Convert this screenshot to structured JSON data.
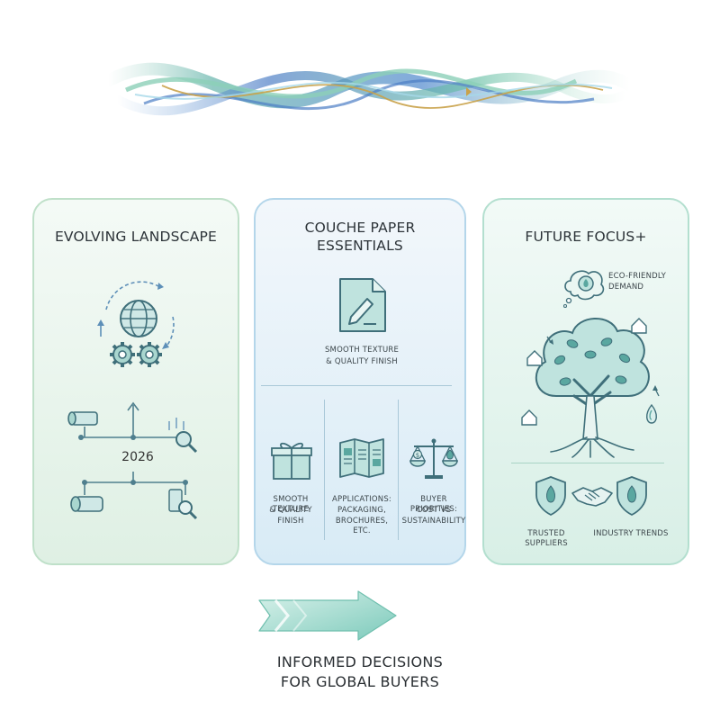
{
  "panels": {
    "left": {
      "title": "EVOLVING LANDSCAPE",
      "year": "2026"
    },
    "middle": {
      "title_line1": "COUCHE PAPER",
      "title_line2": "ESSENTIALS",
      "top_caption_line1": "SMOOTH TEXTURE",
      "top_caption_line2": "& QUALITY FINISH",
      "items": [
        {
          "line1": "SMOOTH TEXTURE",
          "line2": "& QUALITY",
          "line3": "FINISH",
          "icon": "gift-box-icon"
        },
        {
          "line1": "APPLICATIONS:",
          "line2": "PACKAGING,",
          "line3": "BROCHURES, ETC.",
          "icon": "brochure-icon"
        },
        {
          "line1": "BUYER PRIORITIES:",
          "line2": "COST vs",
          "line3": "SUSTAINABILITY",
          "icon": "balance-scale-icon"
        }
      ]
    },
    "right": {
      "title": "FUTURE FOCUS+",
      "eco_line1": "ECO-FRIENDLY",
      "eco_line2": "DEMAND",
      "bottom_left": "TRUSTED SUPPLIERS",
      "bottom_right": "INDUSTRY TRENDS"
    }
  },
  "conclusion": {
    "line1": "INFORMED DECISIONS",
    "line2": "FOR GLOBAL BUYERS"
  },
  "colors": {
    "teal": "#5aa7a0",
    "blue": "#4d86c4",
    "green": "#7fc29b",
    "gold": "#c9a24a"
  }
}
